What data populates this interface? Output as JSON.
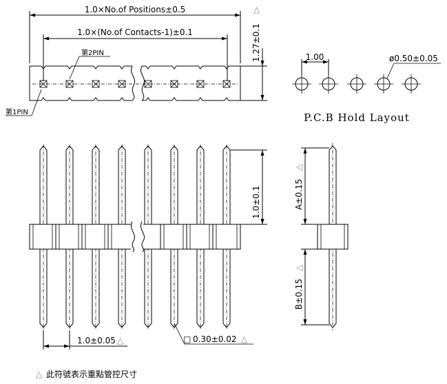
{
  "top_view": {
    "dim_positions": "1.0×No.of Positions±0.5",
    "dim_contacts": "1.0×(No.of Contacts-1)±0.1",
    "dim_height": "1.27±0.1",
    "pin2_label": "第2PIN",
    "pin1_label": "第1PIN"
  },
  "pcb_layout": {
    "title": "P.C.B Hold Layout",
    "pitch": "1.00",
    "hole_diameter": "ø0.50±0.05"
  },
  "front_view": {
    "dim_pin_pitch": "1.0±0.05",
    "dim_pin_square": "0.30±0.02",
    "dim_pin_height": "1.0±0.1"
  },
  "side_view": {
    "dim_a": "A±0.15",
    "dim_b": "B±0.15"
  },
  "footnote": "此符號表示重點管控尺寸",
  "critical_mark": "△",
  "square_mark": "□"
}
